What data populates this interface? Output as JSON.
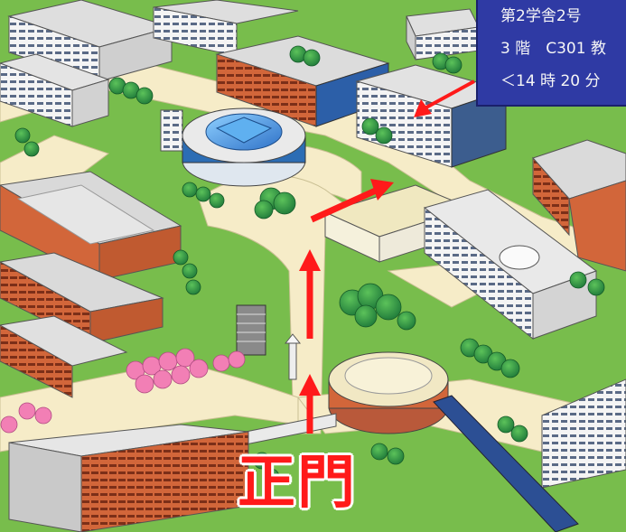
{
  "map": {
    "gate_label": "正門",
    "route_color": "#ff1a1a",
    "info_box": {
      "line1": "第2学舎2号",
      "line2": "3 階　C301 教",
      "line3": "＜14 時 20 分"
    },
    "colors": {
      "lawn": "#7dc04f",
      "path": "#f6ecc8",
      "box_bg": "#2f3aa4",
      "roof": "#d9d9d9",
      "brick": "#d2663a"
    }
  }
}
